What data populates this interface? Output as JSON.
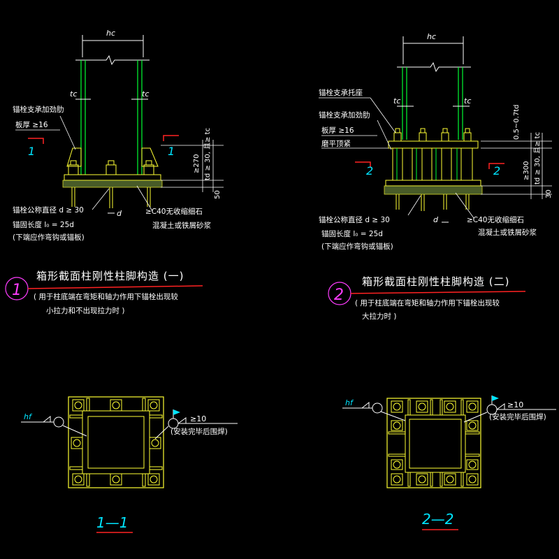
{
  "detail1": {
    "hc": "hc",
    "tc_left": "tc",
    "tc_right": "tc",
    "label_stiffener_1": "锚栓支承加劲肋",
    "label_stiffener_2": "板厚 ≥16",
    "section_mark_left": "1",
    "section_mark_right": "1",
    "dim_270": "≥270",
    "dim_td": "td ≥ 30, 且≥ tc",
    "dim_50": "50",
    "bolt_1": "锚栓公称直径 d ≥ 30",
    "bolt_2": "锚固长度  l₀ = 25d",
    "bolt_3": "(下端应作弯钩或锚板)",
    "d_label": "d",
    "grout_1": "≥C40无收缩细石",
    "grout_2": "混凝土或铁屑砂浆",
    "number": "1",
    "title": "箱形截面柱刚性柱脚构造 (一)",
    "desc_1": "( 用于柱底端在弯矩和轴力作用下锚栓出现较",
    "desc_2": "小拉力和不出现拉力时 )"
  },
  "detail2": {
    "hc": "hc",
    "tc_left": "tc",
    "tc_right": "tc",
    "label_support": "锚栓支承托座",
    "label_stiffener_1": "锚栓支承加劲肋",
    "label_stiffener_2": "板厚 ≥16",
    "label_top": "磨平顶紧",
    "section_mark_left": "2",
    "section_mark_right": "2",
    "dim_05": "0.5~0.7td",
    "dim_300": "≥300",
    "dim_td": "td ≥ 30, 且≥ tc",
    "dim_30": "30",
    "bolt_1": "锚栓公称直径 d ≥ 30",
    "bolt_2": "锚固长度  l₀ = 25d",
    "bolt_3": "(下端应作弯钩或锚板)",
    "d_label": "d",
    "grout_1": "≥C40无收缩细石",
    "grout_2": "混凝土或铁屑砂浆",
    "number": "2",
    "title": "箱形截面柱刚性柱脚构造 (二)",
    "desc_1": "( 用于柱底端在弯矩和轴力作用下锚栓出现较",
    "desc_2": "大拉力时 )"
  },
  "plan1": {
    "hf": "hf",
    "weld": "≥10",
    "weld_note": "(安装完毕后围焊)",
    "caption": "1—1"
  },
  "plan2": {
    "hf": "hf",
    "weld": "≥10",
    "weld_note": "(安装完毕后围焊)",
    "caption": "2—2"
  },
  "colors": {
    "background": "#000000",
    "column": "#00ff33",
    "steel": "#ffff33",
    "text": "#ffffff",
    "accent": "#00e5ff",
    "marker": "#ff3cff",
    "leader": "#ff2222"
  }
}
